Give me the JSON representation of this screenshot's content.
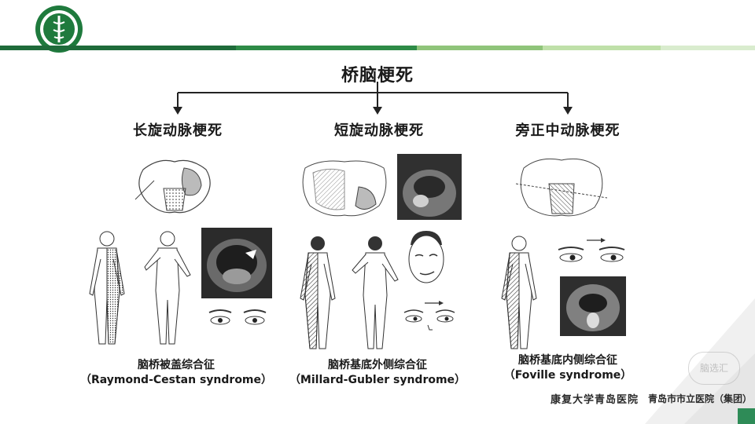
{
  "colors": {
    "bar": [
      "#1f6b3a",
      "#2e8b47",
      "#8fc47a",
      "#bfe0a9",
      "#d9ecce"
    ],
    "accent": "#1f7a3d"
  },
  "title": "桥脑梗死",
  "branches": [
    {
      "label": "长旋动脉梗死",
      "caption_cn": "脑桥被盖综合征",
      "caption_en": "（Raymond-Cestan syndrome）"
    },
    {
      "label": "短旋动脉梗死",
      "caption_cn": "脑桥基底外侧综合征",
      "caption_en": "（Millard-Gubler syndrome）"
    },
    {
      "label": "旁正中动脉梗死",
      "caption_cn": "脑桥基底内侧综合征",
      "caption_en": "（Foville syndrome）"
    }
  ],
  "footer": {
    "left": "康复大学青岛医院",
    "right": "青岛市市立医院（集团）"
  },
  "watermark": "脑选汇"
}
